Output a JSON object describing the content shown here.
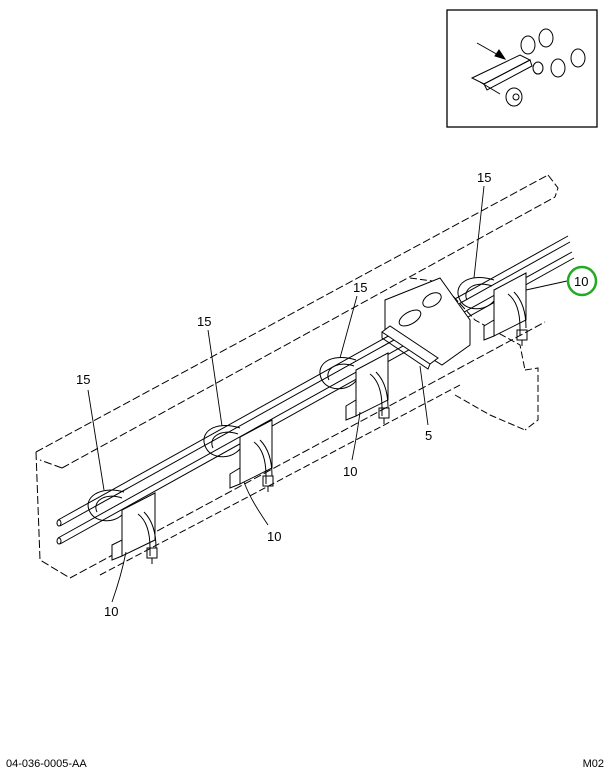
{
  "callouts": {
    "c15_a": "15",
    "c15_b": "15",
    "c15_c": "15",
    "c15_d": "15",
    "c10_highlight": "10",
    "c5": "5",
    "c10_a": "10",
    "c10_b": "10",
    "c10_c": "10"
  },
  "footer": {
    "document_number": "04-036-0005-AA",
    "sheet_code": "M02"
  },
  "colors": {
    "line": "#000000",
    "highlight": "#22aa22",
    "background": "#ffffff"
  }
}
